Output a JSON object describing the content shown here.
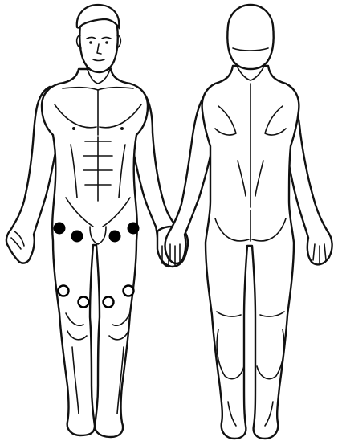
{
  "diagram": {
    "views": [
      {
        "name": "front",
        "data_name": "front-view-figure"
      },
      {
        "name": "back",
        "data_name": "back-view-figure"
      }
    ],
    "marker_colors": {
      "filled": "#000000",
      "open_fill": "#ffffff",
      "open_stroke": "#000000"
    },
    "markers": [
      {
        "id": "front-right-hip-upper",
        "style": "filled"
      },
      {
        "id": "front-right-groin",
        "style": "filled"
      },
      {
        "id": "front-left-groin",
        "style": "filled"
      },
      {
        "id": "front-left-hip-upper",
        "style": "filled"
      },
      {
        "id": "front-right-knee-outer",
        "style": "open"
      },
      {
        "id": "front-right-knee-inner",
        "style": "open"
      },
      {
        "id": "front-left-knee-inner",
        "style": "open"
      },
      {
        "id": "front-left-knee-outer",
        "style": "open"
      }
    ]
  }
}
